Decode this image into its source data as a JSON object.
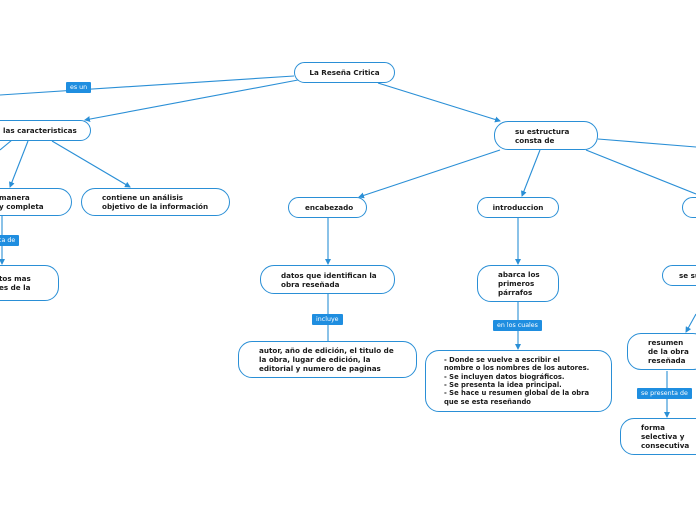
{
  "nodes": {
    "root": "La Reseña Critica",
    "caracteristicas": "las caracteristicas",
    "manera": "manera\ny completa",
    "analisis": "contiene un análisis\nobjetivo de la información",
    "datos_mas": "tos mas\nes de la",
    "estructura": "su estructura\nconsta de",
    "encabezado": "encabezado",
    "datos_identifican": "datos que identifican la\nobra reseñada",
    "autor": "autor, año de edición, el titulo de\nla obra, lugar de edición, la\neditorial y numero de paginas",
    "introduccion": "introduccion",
    "abarca": "abarca los\nprimeros\npárrafos",
    "donde": "- Donde se vuelve a escribir el\nnombre o los nombres de los autores.\n- Se incluyen datos biográficos.\n- Se presenta la idea principal.\n- Se hace u resumen global de la obra\nque se esta reseñando",
    "se_su": "se su",
    "resumen": "resumen\nde la obra\nreseñada",
    "forma": "forma\nselectiva y\nconsecutiva"
  },
  "labels": {
    "es_un": "es un",
    "ca_de": "ca de",
    "incluye": "incluye",
    "en_los_cuales": "en los cuales",
    "se_presenta_de": "se presenta de"
  },
  "colors": {
    "line": "#2a8fd6",
    "label_bg": "#1f8ee0"
  }
}
